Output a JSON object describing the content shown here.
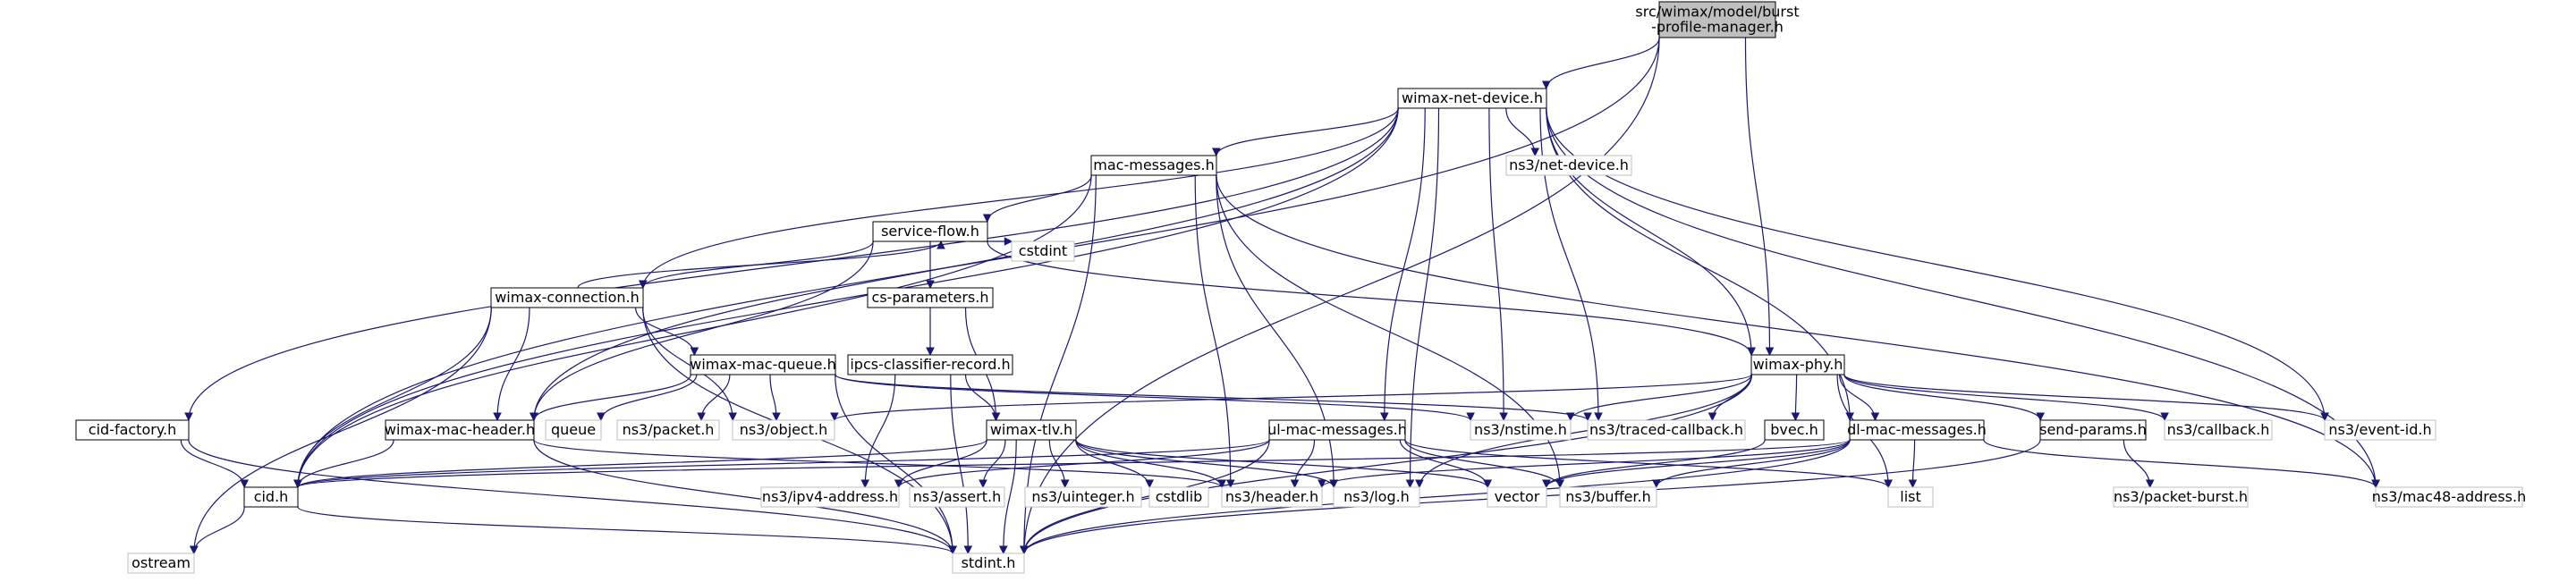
{
  "diagram": {
    "type": "include-dependency-graph",
    "colors": {
      "edge": "#191970",
      "root_fill": "#bfbfbf",
      "root_stroke": "#000000",
      "documented_fill": "#ffffff",
      "documented_stroke": "#000000",
      "external_fill": "#ffffff",
      "external_stroke": "#bfbfbf",
      "background": "#ffffff"
    },
    "nodes": [
      {
        "id": "root",
        "lines": [
          "src/wimax/model/burst",
          "-profile-manager.h"
        ],
        "kind": "root"
      },
      {
        "id": "netdev",
        "lines": [
          "wimax-net-device.h"
        ],
        "kind": "documented"
      },
      {
        "id": "macmsg",
        "lines": [
          "mac-messages.h"
        ],
        "kind": "documented"
      },
      {
        "id": "ns3netdev",
        "lines": [
          "ns3/net-device.h"
        ],
        "kind": "external"
      },
      {
        "id": "sflow",
        "lines": [
          "service-flow.h"
        ],
        "kind": "documented"
      },
      {
        "id": "cstdint",
        "lines": [
          "cstdint"
        ],
        "kind": "external"
      },
      {
        "id": "wconn",
        "lines": [
          "wimax-connection.h"
        ],
        "kind": "documented"
      },
      {
        "id": "csparam",
        "lines": [
          "cs-parameters.h"
        ],
        "kind": "documented"
      },
      {
        "id": "ipcs",
        "lines": [
          "ipcs-classifier-record.h"
        ],
        "kind": "documented"
      },
      {
        "id": "wmq",
        "lines": [
          "wimax-mac-queue.h"
        ],
        "kind": "documented"
      },
      {
        "id": "wphy",
        "lines": [
          "wimax-phy.h"
        ],
        "kind": "documented"
      },
      {
        "id": "cidfac",
        "lines": [
          "cid-factory.h"
        ],
        "kind": "documented"
      },
      {
        "id": "wmh",
        "lines": [
          "wimax-mac-header.h"
        ],
        "kind": "documented"
      },
      {
        "id": "queue",
        "lines": [
          "queue"
        ],
        "kind": "external"
      },
      {
        "id": "ns3packet",
        "lines": [
          "ns3/packet.h"
        ],
        "kind": "external"
      },
      {
        "id": "ns3object",
        "lines": [
          "ns3/object.h"
        ],
        "kind": "external"
      },
      {
        "id": "ns3nstime",
        "lines": [
          "ns3/nstime.h"
        ],
        "kind": "external"
      },
      {
        "id": "ns3traced",
        "lines": [
          "ns3/traced-callback.h"
        ],
        "kind": "external"
      },
      {
        "id": "tlv",
        "lines": [
          "wimax-tlv.h"
        ],
        "kind": "documented"
      },
      {
        "id": "ulmac",
        "lines": [
          "ul-mac-messages.h"
        ],
        "kind": "documented"
      },
      {
        "id": "bvec",
        "lines": [
          "bvec.h"
        ],
        "kind": "documented"
      },
      {
        "id": "dlmac",
        "lines": [
          "dl-mac-messages.h"
        ],
        "kind": "documented"
      },
      {
        "id": "sendp",
        "lines": [
          "send-params.h"
        ],
        "kind": "documented"
      },
      {
        "id": "ns3cb",
        "lines": [
          "ns3/callback.h"
        ],
        "kind": "external"
      },
      {
        "id": "ns3evt",
        "lines": [
          "ns3/event-id.h"
        ],
        "kind": "external"
      },
      {
        "id": "cid",
        "lines": [
          "cid.h"
        ],
        "kind": "documented"
      },
      {
        "id": "ns3ipv4",
        "lines": [
          "ns3/ipv4-address.h"
        ],
        "kind": "external"
      },
      {
        "id": "ns3assert",
        "lines": [
          "ns3/assert.h"
        ],
        "kind": "external"
      },
      {
        "id": "ns3uint",
        "lines": [
          "ns3/uinteger.h"
        ],
        "kind": "external"
      },
      {
        "id": "cstdlib",
        "lines": [
          "cstdlib"
        ],
        "kind": "external"
      },
      {
        "id": "ns3header",
        "lines": [
          "ns3/header.h"
        ],
        "kind": "external"
      },
      {
        "id": "ns3log",
        "lines": [
          "ns3/log.h"
        ],
        "kind": "external"
      },
      {
        "id": "vector",
        "lines": [
          "vector"
        ],
        "kind": "external"
      },
      {
        "id": "ns3buffer",
        "lines": [
          "ns3/buffer.h"
        ],
        "kind": "external"
      },
      {
        "id": "list",
        "lines": [
          "list"
        ],
        "kind": "external"
      },
      {
        "id": "ns3pb",
        "lines": [
          "ns3/packet-burst.h"
        ],
        "kind": "external"
      },
      {
        "id": "ns3mac48",
        "lines": [
          "ns3/mac48-address.h"
        ],
        "kind": "external"
      },
      {
        "id": "ostream",
        "lines": [
          "ostream"
        ],
        "kind": "external"
      },
      {
        "id": "stdint",
        "lines": [
          "stdint.h"
        ],
        "kind": "external"
      }
    ],
    "edges": [
      [
        "root",
        "netdev"
      ],
      [
        "root",
        "wphy"
      ],
      [
        "root",
        "cid"
      ],
      [
        "root",
        "stdint"
      ],
      [
        "netdev",
        "macmsg"
      ],
      [
        "netdev",
        "ns3netdev"
      ],
      [
        "netdev",
        "wconn"
      ],
      [
        "netdev",
        "cidfac"
      ],
      [
        "netdev",
        "wmh"
      ],
      [
        "netdev",
        "ns3nstime"
      ],
      [
        "netdev",
        "ns3traced"
      ],
      [
        "netdev",
        "wphy"
      ],
      [
        "netdev",
        "ulmac"
      ],
      [
        "netdev",
        "dlmac"
      ],
      [
        "netdev",
        "ns3evt"
      ],
      [
        "netdev",
        "cid"
      ],
      [
        "netdev",
        "ns3log"
      ],
      [
        "netdev",
        "ns3mac48"
      ],
      [
        "macmsg",
        "sflow"
      ],
      [
        "macmsg",
        "cid"
      ],
      [
        "macmsg",
        "ns3header"
      ],
      [
        "macmsg",
        "ns3log"
      ],
      [
        "macmsg",
        "ns3buffer"
      ],
      [
        "macmsg",
        "ns3mac48"
      ],
      [
        "macmsg",
        "stdint"
      ],
      [
        "sflow",
        "cstdint"
      ],
      [
        "sflow",
        "wconn"
      ],
      [
        "sflow",
        "csparam"
      ],
      [
        "sflow",
        "wphy"
      ],
      [
        "sflow",
        "wmh"
      ],
      [
        "wconn",
        "sflow"
      ],
      [
        "wconn",
        "wmq"
      ],
      [
        "wconn",
        "wmh"
      ],
      [
        "wconn",
        "ns3object"
      ],
      [
        "wconn",
        "cid"
      ],
      [
        "wconn",
        "ostream"
      ],
      [
        "wconn",
        "stdint"
      ],
      [
        "csparam",
        "ipcs"
      ],
      [
        "csparam",
        "tlv"
      ],
      [
        "ipcs",
        "tlv"
      ],
      [
        "ipcs",
        "ns3ipv4"
      ],
      [
        "ipcs",
        "stdint"
      ],
      [
        "wmq",
        "wmh"
      ],
      [
        "wmq",
        "queue"
      ],
      [
        "wmq",
        "ns3packet"
      ],
      [
        "wmq",
        "ns3object"
      ],
      [
        "wmq",
        "ns3nstime"
      ],
      [
        "wmq",
        "ns3traced"
      ],
      [
        "wmq",
        "stdint"
      ],
      [
        "wphy",
        "ns3object"
      ],
      [
        "wphy",
        "ns3nstime"
      ],
      [
        "wphy",
        "ns3traced"
      ],
      [
        "wphy",
        "bvec"
      ],
      [
        "wphy",
        "dlmac"
      ],
      [
        "wphy",
        "sendp"
      ],
      [
        "wphy",
        "ns3cb"
      ],
      [
        "wphy",
        "ns3evt"
      ],
      [
        "wphy",
        "list"
      ],
      [
        "wphy",
        "stdint"
      ],
      [
        "wphy",
        "ns3log"
      ],
      [
        "cidfac",
        "cid"
      ],
      [
        "cidfac",
        "stdint"
      ],
      [
        "wmh",
        "cid"
      ],
      [
        "wmh",
        "ns3header"
      ],
      [
        "wmh",
        "stdint"
      ],
      [
        "tlv",
        "cid"
      ],
      [
        "tlv",
        "ns3ipv4"
      ],
      [
        "tlv",
        "ns3assert"
      ],
      [
        "tlv",
        "ns3uint"
      ],
      [
        "tlv",
        "cstdlib"
      ],
      [
        "tlv",
        "ns3header"
      ],
      [
        "tlv",
        "ns3log"
      ],
      [
        "tlv",
        "vector"
      ],
      [
        "tlv",
        "stdint"
      ],
      [
        "ulmac",
        "cid"
      ],
      [
        "ulmac",
        "ns3header"
      ],
      [
        "ulmac",
        "ns3buffer"
      ],
      [
        "ulmac",
        "vector"
      ],
      [
        "ulmac",
        "list"
      ],
      [
        "ulmac",
        "stdint"
      ],
      [
        "ulmac",
        "ns3ipv4"
      ],
      [
        "bvec",
        "vector"
      ],
      [
        "dlmac",
        "cid"
      ],
      [
        "dlmac",
        "ns3header"
      ],
      [
        "dlmac",
        "ns3buffer"
      ],
      [
        "dlmac",
        "vector"
      ],
      [
        "dlmac",
        "list"
      ],
      [
        "dlmac",
        "stdint"
      ],
      [
        "dlmac",
        "ns3mac48"
      ],
      [
        "sendp",
        "ns3pb"
      ],
      [
        "sendp",
        "stdint"
      ],
      [
        "cid",
        "ostream"
      ],
      [
        "cid",
        "stdint"
      ]
    ]
  }
}
